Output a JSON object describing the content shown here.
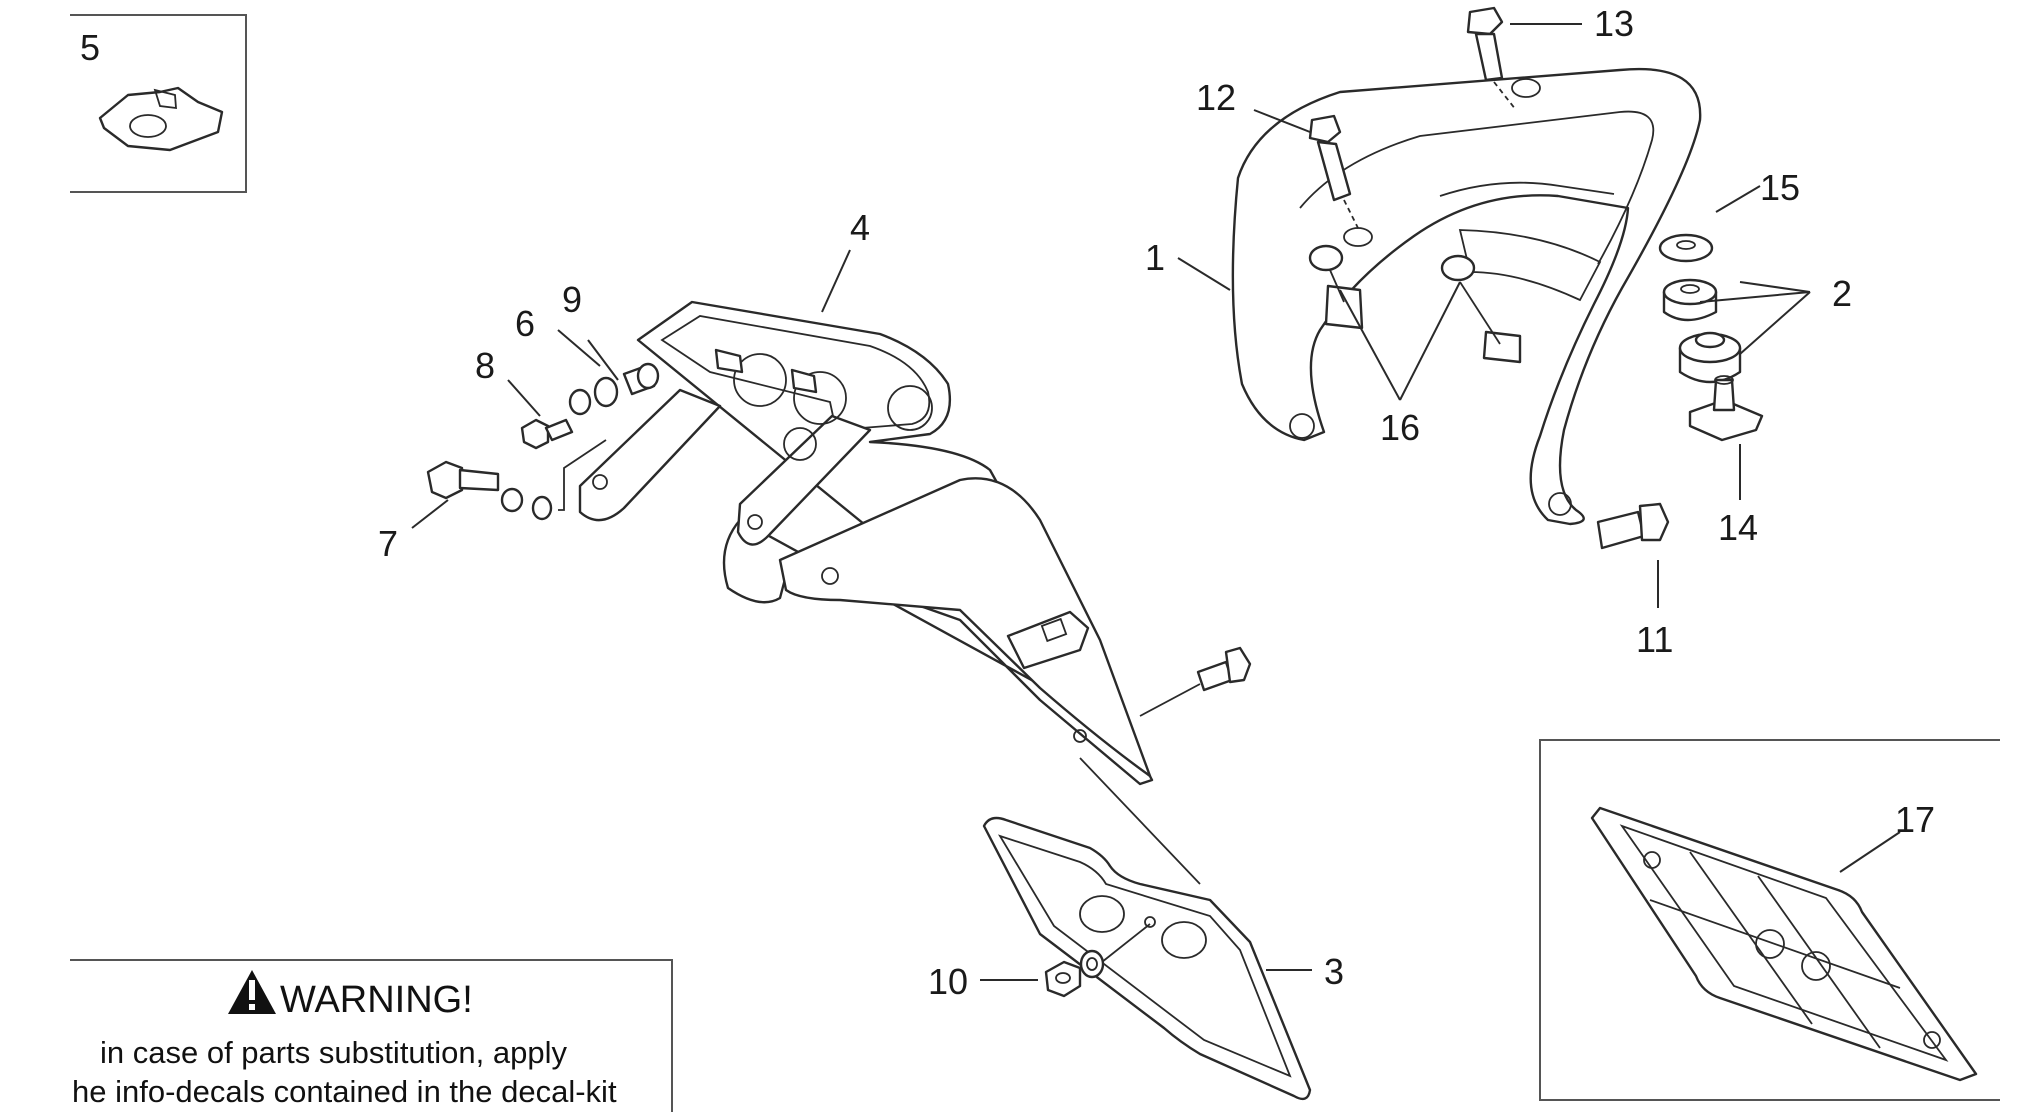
{
  "callouts": {
    "c1": "1",
    "c2": "2",
    "c3": "3",
    "c4": "4",
    "c5": "5",
    "c6": "6",
    "c7": "7",
    "c8": "8",
    "c9": "9",
    "c10": "10",
    "c11": "11",
    "c12": "12",
    "c13": "13",
    "c14": "14",
    "c15": "15",
    "c16": "16",
    "c17": "17"
  },
  "warning": {
    "title": "WARNING!",
    "line1": "in case of parts substitution, apply",
    "line2": "he info-decals contained in the decal-kit"
  },
  "icons": {
    "warning": "warning-triangle-icon"
  }
}
